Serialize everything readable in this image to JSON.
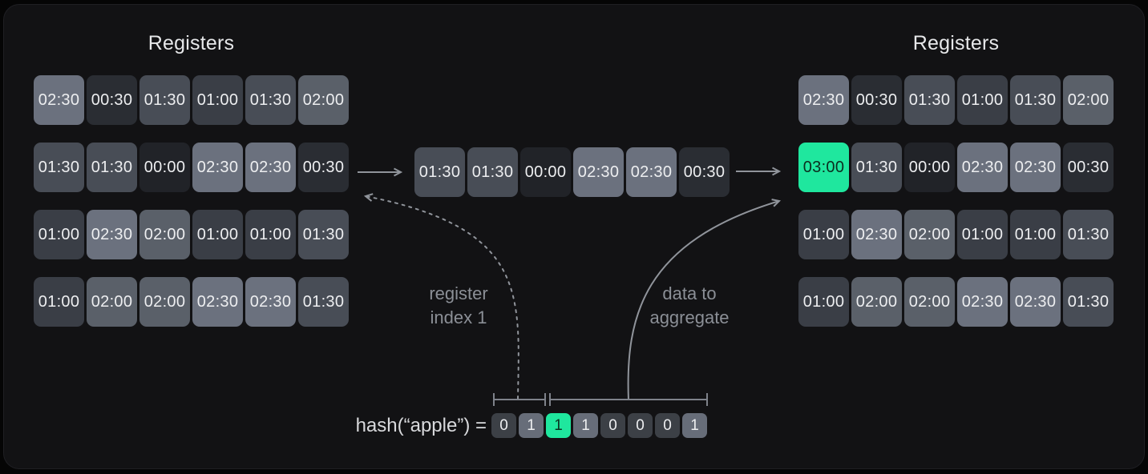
{
  "titles": {
    "left": "Registers",
    "right": "Registers"
  },
  "left_grid": {
    "rows": [
      [
        "02:30",
        "00:30",
        "01:30",
        "01:00",
        "01:30",
        "02:00"
      ],
      [
        "01:30",
        "01:30",
        "00:00",
        "02:30",
        "02:30",
        "00:30"
      ],
      [
        "01:00",
        "02:30",
        "02:00",
        "01:00",
        "01:00",
        "01:30"
      ],
      [
        "01:00",
        "02:00",
        "02:00",
        "02:30",
        "02:30",
        "01:30"
      ]
    ]
  },
  "middle_row": {
    "values": [
      "01:30",
      "01:30",
      "00:00",
      "02:30",
      "02:30",
      "00:30"
    ]
  },
  "right_grid": {
    "rows": [
      [
        "02:30",
        "00:30",
        "01:30",
        "01:00",
        "01:30",
        "02:00"
      ],
      [
        "03:00",
        "01:30",
        "00:00",
        "02:30",
        "02:30",
        "00:30"
      ],
      [
        "01:00",
        "02:30",
        "02:00",
        "01:00",
        "01:00",
        "01:30"
      ],
      [
        "01:00",
        "02:00",
        "02:00",
        "02:30",
        "02:30",
        "01:30"
      ]
    ],
    "highlight": {
      "row": 1,
      "col": 0
    }
  },
  "labels": {
    "register_index": [
      "register",
      "index 1"
    ],
    "data_to_aggregate": [
      "data to",
      "aggregate"
    ]
  },
  "hash": {
    "label": "hash(“apple”) =",
    "bits": [
      "0",
      "1",
      "1",
      "1",
      "0",
      "0",
      "0",
      "1"
    ],
    "highlight_index": 2
  },
  "colors": {
    "outer_bg": "#050505",
    "panel_bg": "#121214",
    "panel_border": "#1f1f23",
    "title_text": "#e7e8ea",
    "cell_text": "#edeef0",
    "label_text": "#8b8f96",
    "hash_text": "#d8d9dc",
    "arrow": "#90949b",
    "bracket": "#7e828a",
    "highlight": "#1fe79e",
    "highlight_text": "#0b2e1f",
    "bit_zero": "#3c4046",
    "bit_one": "#676d79",
    "value_colors": {
      "00:00": "#212328",
      "00:30": "#2a2d33",
      "01:00": "#3a3e46",
      "01:30": "#484d56",
      "02:00": "#5a6069",
      "02:30": "#6b717e",
      "03:00": "#1fe79e"
    }
  }
}
